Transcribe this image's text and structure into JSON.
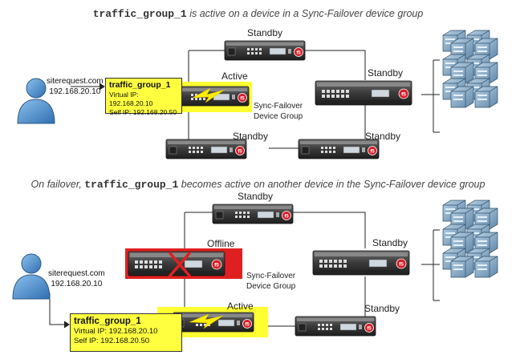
{
  "top": {
    "caption_code": "traffic_group_1",
    "caption_rest": " is active on a device in a Sync-Failover device group",
    "site_name": "siterequest.com",
    "site_ip": "192.168.20.10",
    "tg_title": "traffic_group_1",
    "tg_virtual": "Virtual IP: 192.168.20.10",
    "tg_self": "Self IP: 192.168.20.50",
    "active_label": "Active",
    "standby_top": "Standby",
    "standby_right": "Standby",
    "standby_bl": "Standby",
    "standby_br": "Standby",
    "group_line1": "Sync-Failover",
    "group_line2": "Device Group"
  },
  "bottom": {
    "caption_pre": "On failover, ",
    "caption_code": "traffic_group_1",
    "caption_rest": " becomes active on another device in the Sync-Failover device group",
    "site_name": "siterequest.com",
    "site_ip": "192.168.20.10",
    "tg_title": "traffic_group_1",
    "tg_virtual": "Virtual IP: 192.168.20.10",
    "tg_self": "Self IP: 192.168.20.50",
    "offline_label": "Offline",
    "active_label": "Active",
    "standby_top": "Standby",
    "standby_right": "Standby",
    "standby_br": "Standby",
    "group_line1": "Sync-Failover",
    "group_line2": "Device Group"
  },
  "colors": {
    "highlight_yellow": "#ffff33",
    "offline_red": "#e02020",
    "lightning": "#ffee00",
    "person": "#4f8fd0",
    "server": "#7fa6c6"
  }
}
